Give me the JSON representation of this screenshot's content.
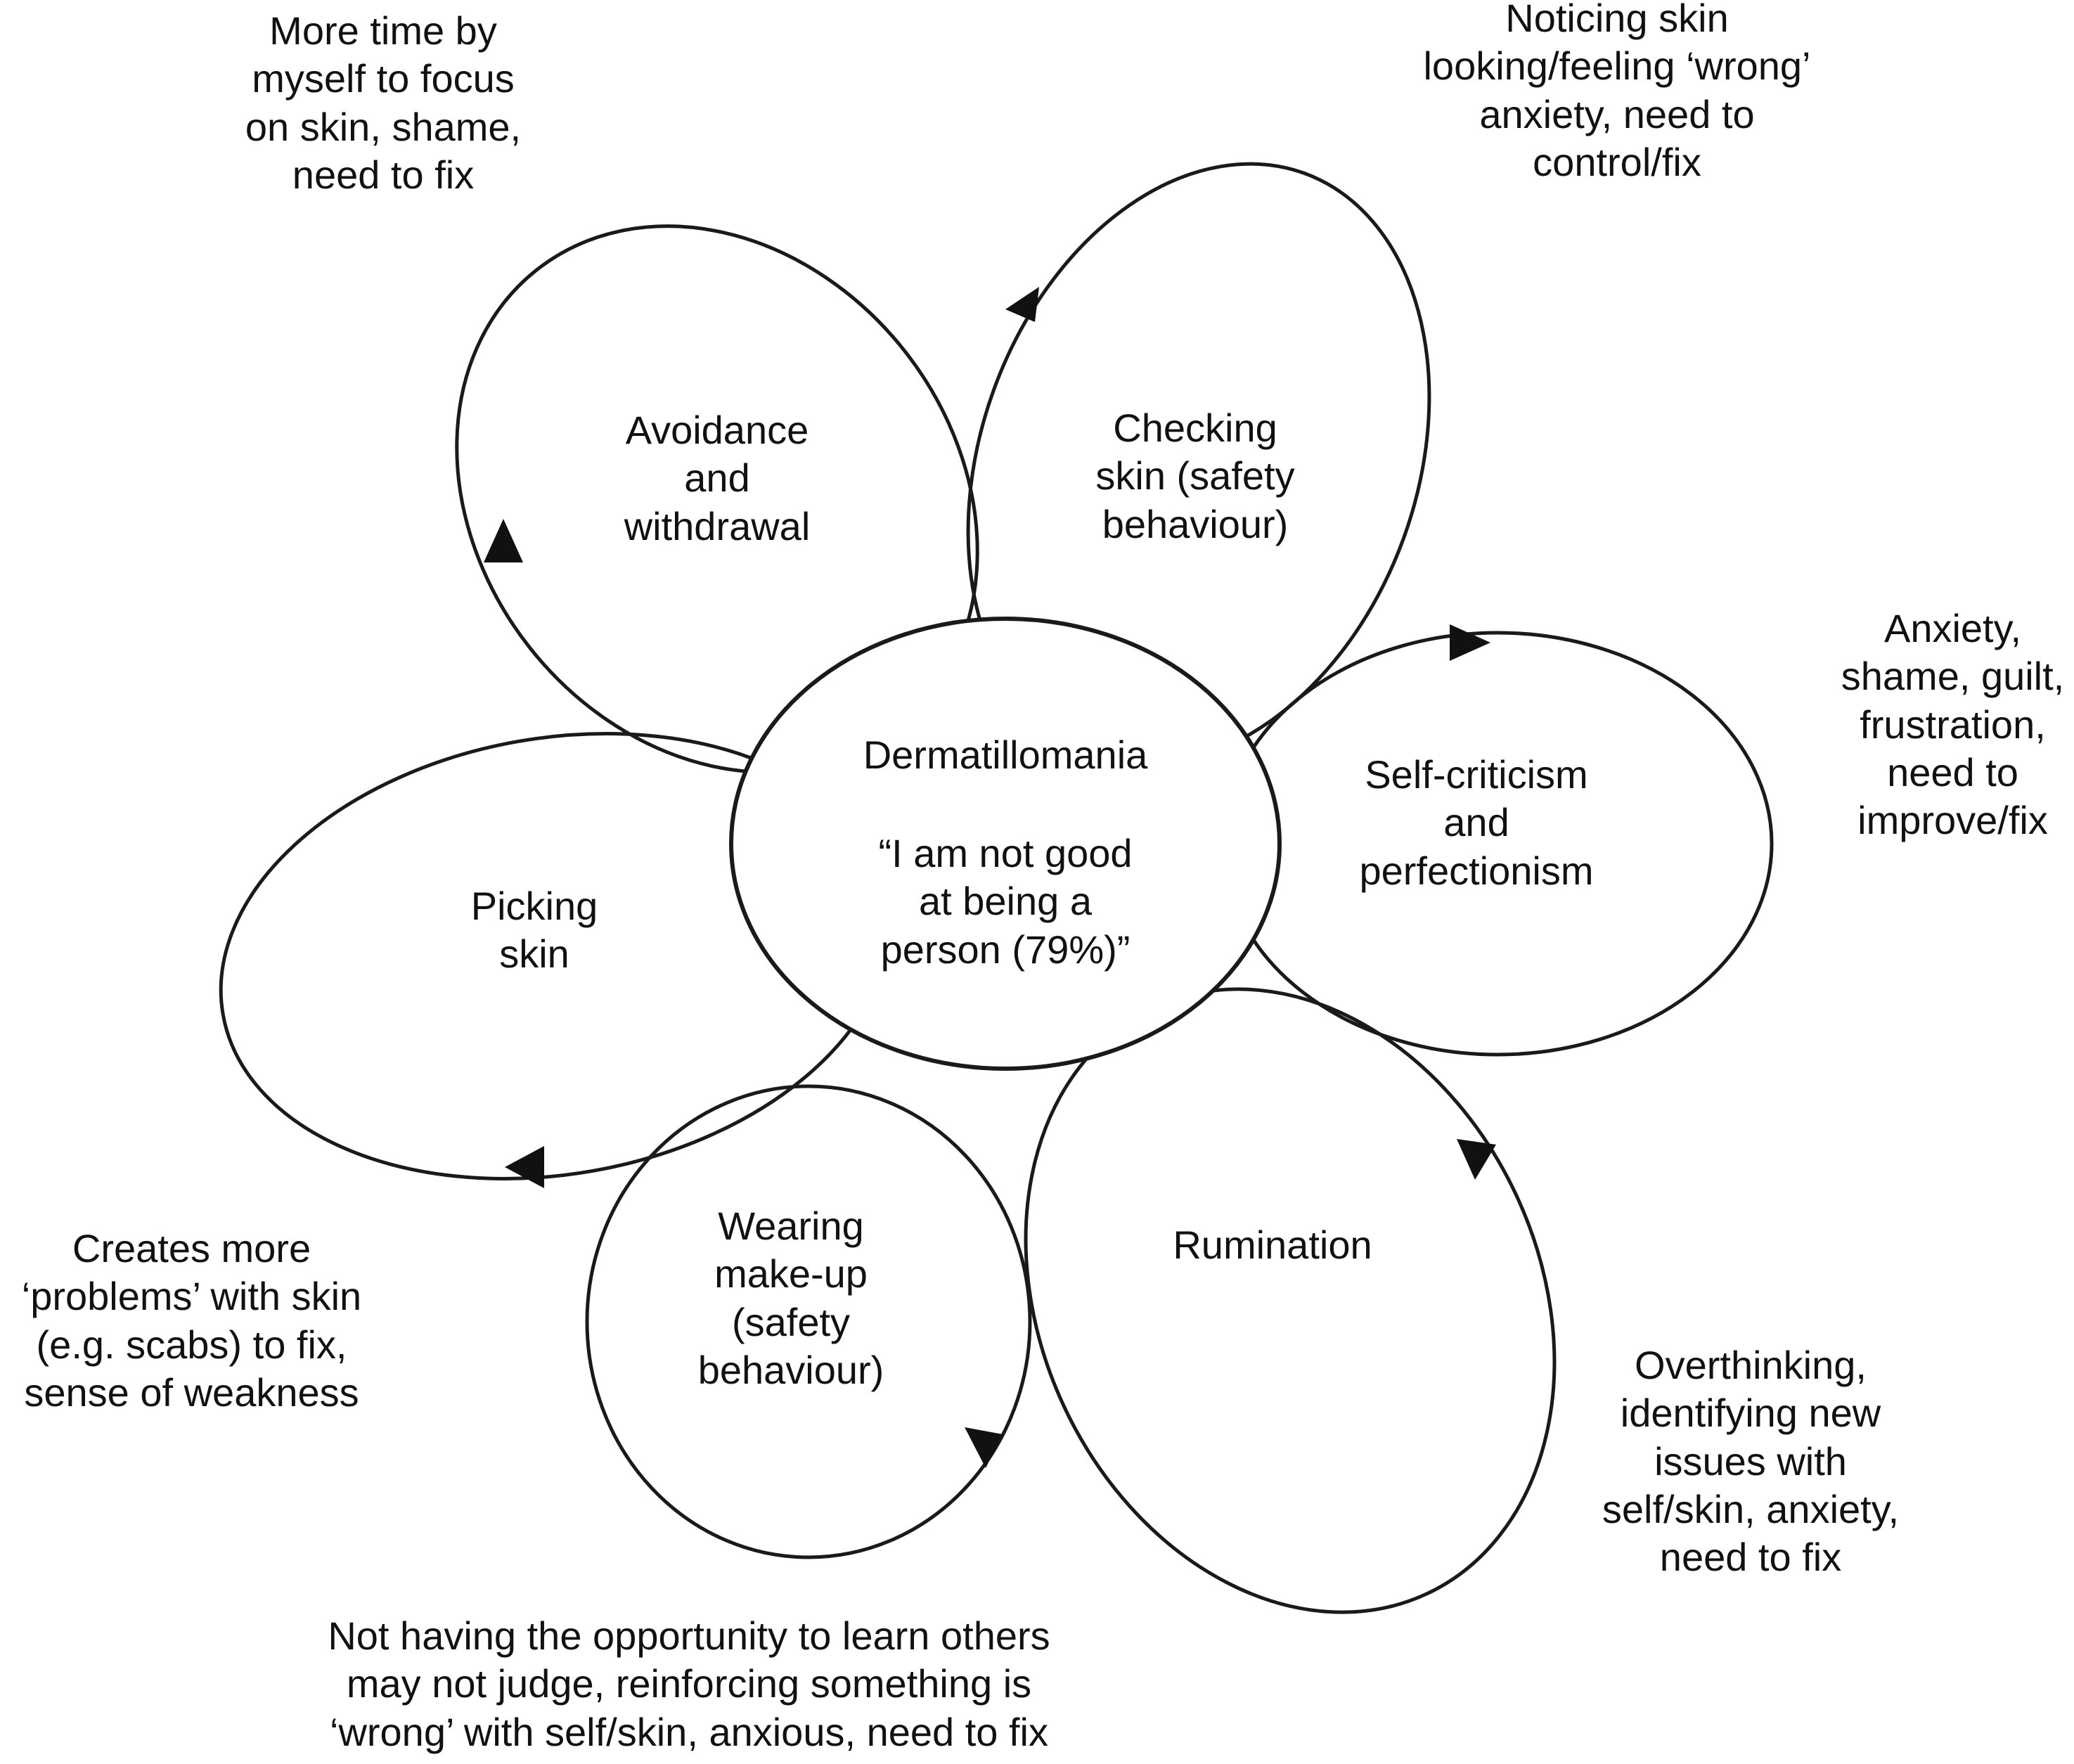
{
  "hub": {
    "title": "Dermatillomania",
    "belief": "“I am not good\nat being  a\nperson (79%)”"
  },
  "petals": {
    "avoidance": "Avoidance\nand\nwithdrawal",
    "checking": "Checking\nskin (safety\nbehaviour)",
    "self_criticism": "Self-criticism\nand\nperfectionism",
    "rumination": "Rumination",
    "makeup": "Wearing\nmake-up\n(safety\nbehaviour)",
    "picking": "Picking\nskin"
  },
  "consequences": {
    "avoidance": "More time by\nmyself to focus\non skin, shame,\nneed to fix",
    "checking": "Noticing skin\nlooking/feeling ‘wrong’\nanxiety, need to\ncontrol/fix",
    "self_criticism": "Anxiety,\nshame, guilt,\nfrustration,\nneed to\nimprove/fix",
    "rumination": "Overthinking,\nidentifying new\nissues with\nself/skin, anxiety,\nneed to fix",
    "makeup": "Not having the opportunity to learn others\nmay not judge, reinforcing something is\n‘wrong’ with self/skin, anxious, need to fix",
    "picking": "Creates more\n‘problems’ with skin\n(e.g. scabs) to fix,\nsense of weakness"
  }
}
